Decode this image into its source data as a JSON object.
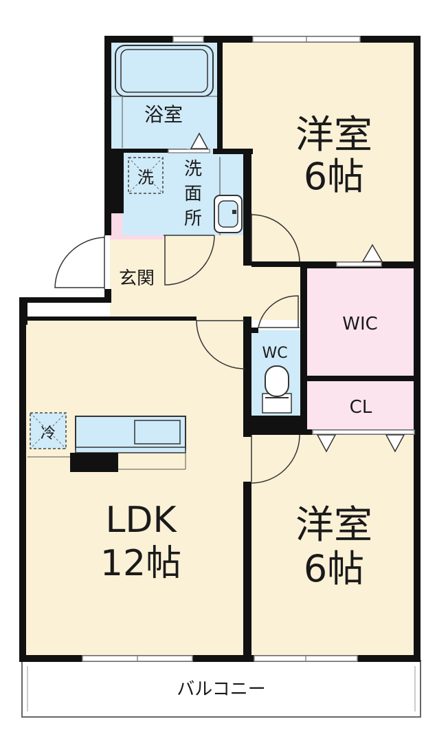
{
  "rooms": {
    "bath": "浴室",
    "washroom": [
      "洗",
      "面",
      "所"
    ],
    "washer": "洗",
    "western_upper": {
      "name": "洋室",
      "size": "6帖"
    },
    "entrance": "玄関",
    "wic": "WIC",
    "wc": "WC",
    "closet": "CL",
    "fridge": "冷",
    "ldk": {
      "name": "LDK",
      "size": "12帖"
    },
    "western_lower": {
      "name": "洋室",
      "size": "6帖"
    },
    "balcony": "バルコニー"
  },
  "colors": {
    "floor": "#fbf1d7",
    "wet_area": "#cfeaf8",
    "closet": "#fbe4ee",
    "entrance_mat": "#fbd9e6",
    "wall": "#111111",
    "window": "#bcbcbc"
  }
}
